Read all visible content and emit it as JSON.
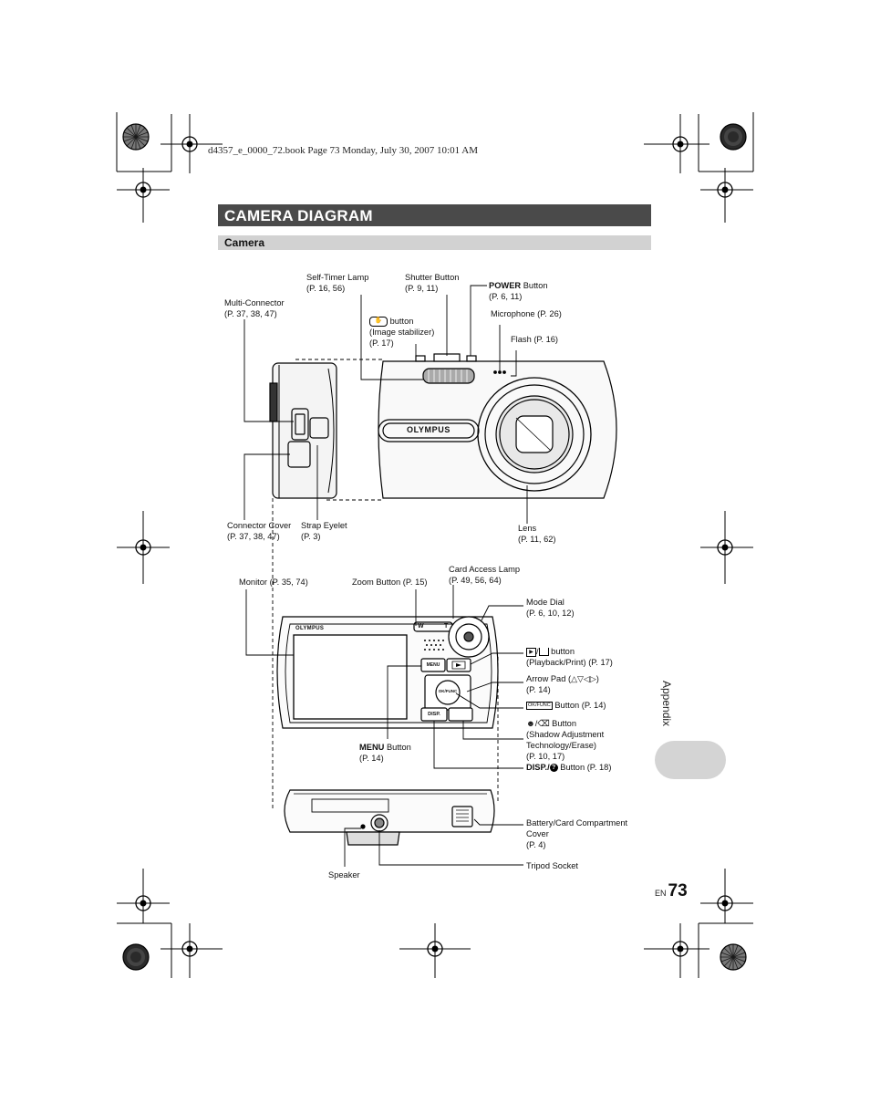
{
  "header": {
    "book_line": "d4357_e_0000_72.book  Page 73  Monday, July 30, 2007  10:01 AM"
  },
  "section": {
    "title": "CAMERA DIAGRAM",
    "subtitle": "Camera"
  },
  "front_view": {
    "brand": "OLYMPUS",
    "labels": {
      "multi_connector": [
        "Multi-Connector",
        "(P. 37, 38, 47)"
      ],
      "self_timer_lamp": [
        "Self-Timer Lamp",
        "(P. 16, 56)"
      ],
      "shutter_button": [
        "Shutter Button",
        "(P. 9, 11)"
      ],
      "power_button_bold": "POWER",
      "power_button_rest": " Button",
      "power_button_pages": "(P. 6, 11)",
      "stabilizer_button": [
        " button",
        "(Image stabilizer)",
        "(P. 17)"
      ],
      "microphone": "Microphone (P. 26)",
      "flash": "Flash (P. 16)",
      "connector_cover": [
        "Connector Cover",
        "(P. 37, 38, 47)"
      ],
      "strap_eyelet": [
        "Strap Eyelet",
        "(P. 3)"
      ],
      "lens": [
        "Lens",
        "(P. 11, 62)"
      ]
    }
  },
  "back_view": {
    "brand": "OLYMPUS",
    "button_text": {
      "menu": "MENU",
      "ok_func": "OK/FUNC",
      "disp": "DISP.",
      "zoom_w": "W",
      "zoom_t": "T"
    },
    "labels": {
      "monitor": "Monitor (P. 35, 74)",
      "zoom_button": "Zoom Button (P. 15)",
      "card_access_lamp": [
        "Card Access Lamp",
        "(P. 49, 56, 64)"
      ],
      "mode_dial": [
        "Mode Dial",
        "(P. 6, 10, 12)"
      ],
      "playback_print": [
        " button",
        "(Playback/Print) (P. 17)"
      ],
      "arrow_pad": [
        "Arrow Pad (",
        ")",
        "(P. 14)"
      ],
      "ok_func_button": " Button (P. 14)",
      "shadow_button": [
        " Button",
        "(Shadow Adjustment",
        "Technology/Erase)",
        "(P. 10, 17)"
      ],
      "disp_button_bold": "DISP./",
      "disp_button_rest": " Button (P. 18)",
      "menu_button_bold": "MENU",
      "menu_button_rest": " Button",
      "menu_button_pages": "(P. 14)"
    }
  },
  "bottom_view": {
    "labels": {
      "battery_cover": [
        "Battery/Card Compartment",
        "Cover",
        "(P. 4)"
      ],
      "tripod_socket": "Tripod Socket",
      "speaker": "Speaker"
    }
  },
  "side_tab": {
    "label": "Appendix"
  },
  "footer": {
    "lang": "EN",
    "page_number": "73"
  }
}
